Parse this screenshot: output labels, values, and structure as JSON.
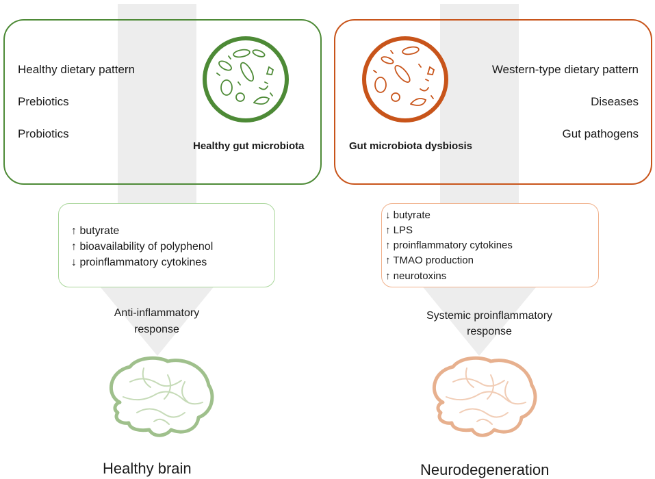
{
  "colors": {
    "healthy": "#4d8a36",
    "healthy_light": "#a9d69a",
    "dysbiosis": "#c8541a",
    "dysbiosis_light": "#f0b08a",
    "arrow_gray": "#ededed",
    "brain_green": "#9fc08c",
    "brain_orange": "#e7b08e"
  },
  "left": {
    "factors": [
      "Healthy dietary pattern",
      "Prebiotics",
      "Probiotics"
    ],
    "microbiota_label": "Healthy gut microbiota",
    "effects": [
      "↑ butyrate",
      "↑ bioavailability of polyphenol",
      "↓ proinflammatory cytokines"
    ],
    "response": [
      "Anti-inflammatory",
      "response"
    ],
    "outcome": "Healthy brain"
  },
  "right": {
    "factors": [
      "Western-type dietary pattern",
      "Diseases",
      "Gut pathogens"
    ],
    "microbiota_label": "Gut microbiota dysbiosis",
    "effects": [
      "↓ butyrate",
      "↑ LPS",
      "↑ proinflammatory cytokines",
      "↑ TMAO production",
      "↑ neurotoxins"
    ],
    "response": [
      "Systemic proinflammatory",
      "response"
    ],
    "outcome": "Neurodegeneration"
  },
  "icons": {
    "microbes": "bacteria-icon",
    "brain": "brain-icon"
  }
}
